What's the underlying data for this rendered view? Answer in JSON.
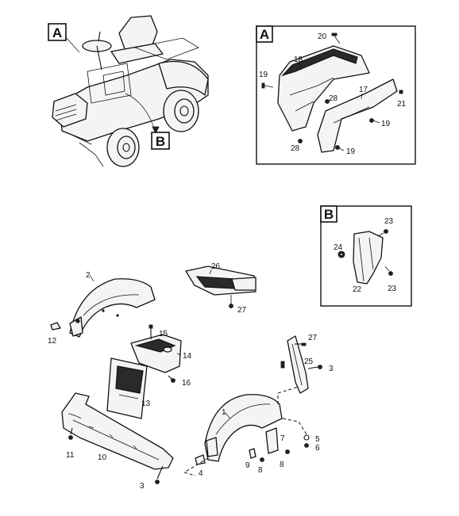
{
  "callouts": {
    "A_main": "A",
    "B_main": "B",
    "A_box": "A",
    "B_box": "B"
  },
  "labels_A": {
    "n20": "20",
    "n18": "18",
    "n19a": "19",
    "n17": "17",
    "n28a": "28",
    "n21": "21",
    "n19b": "19",
    "n28b": "28",
    "n19c": "19"
  },
  "labels_B": {
    "n23a": "23",
    "n24": "24",
    "n22": "22",
    "n23b": "23"
  },
  "labels_main": {
    "n2": "2",
    "n26": "26",
    "n27a": "27",
    "n12": "12",
    "n15": "15",
    "n14": "14",
    "n16": "16",
    "n13": "13",
    "n27b": "27",
    "n25": "25",
    "n3a": "3",
    "n1": "1",
    "n11": "11",
    "n10": "10",
    "n7": "7",
    "n5": "5",
    "n6": "6",
    "n9": "9",
    "n8a": "8",
    "n8b": "8",
    "n4": "4",
    "n3b": "3"
  }
}
